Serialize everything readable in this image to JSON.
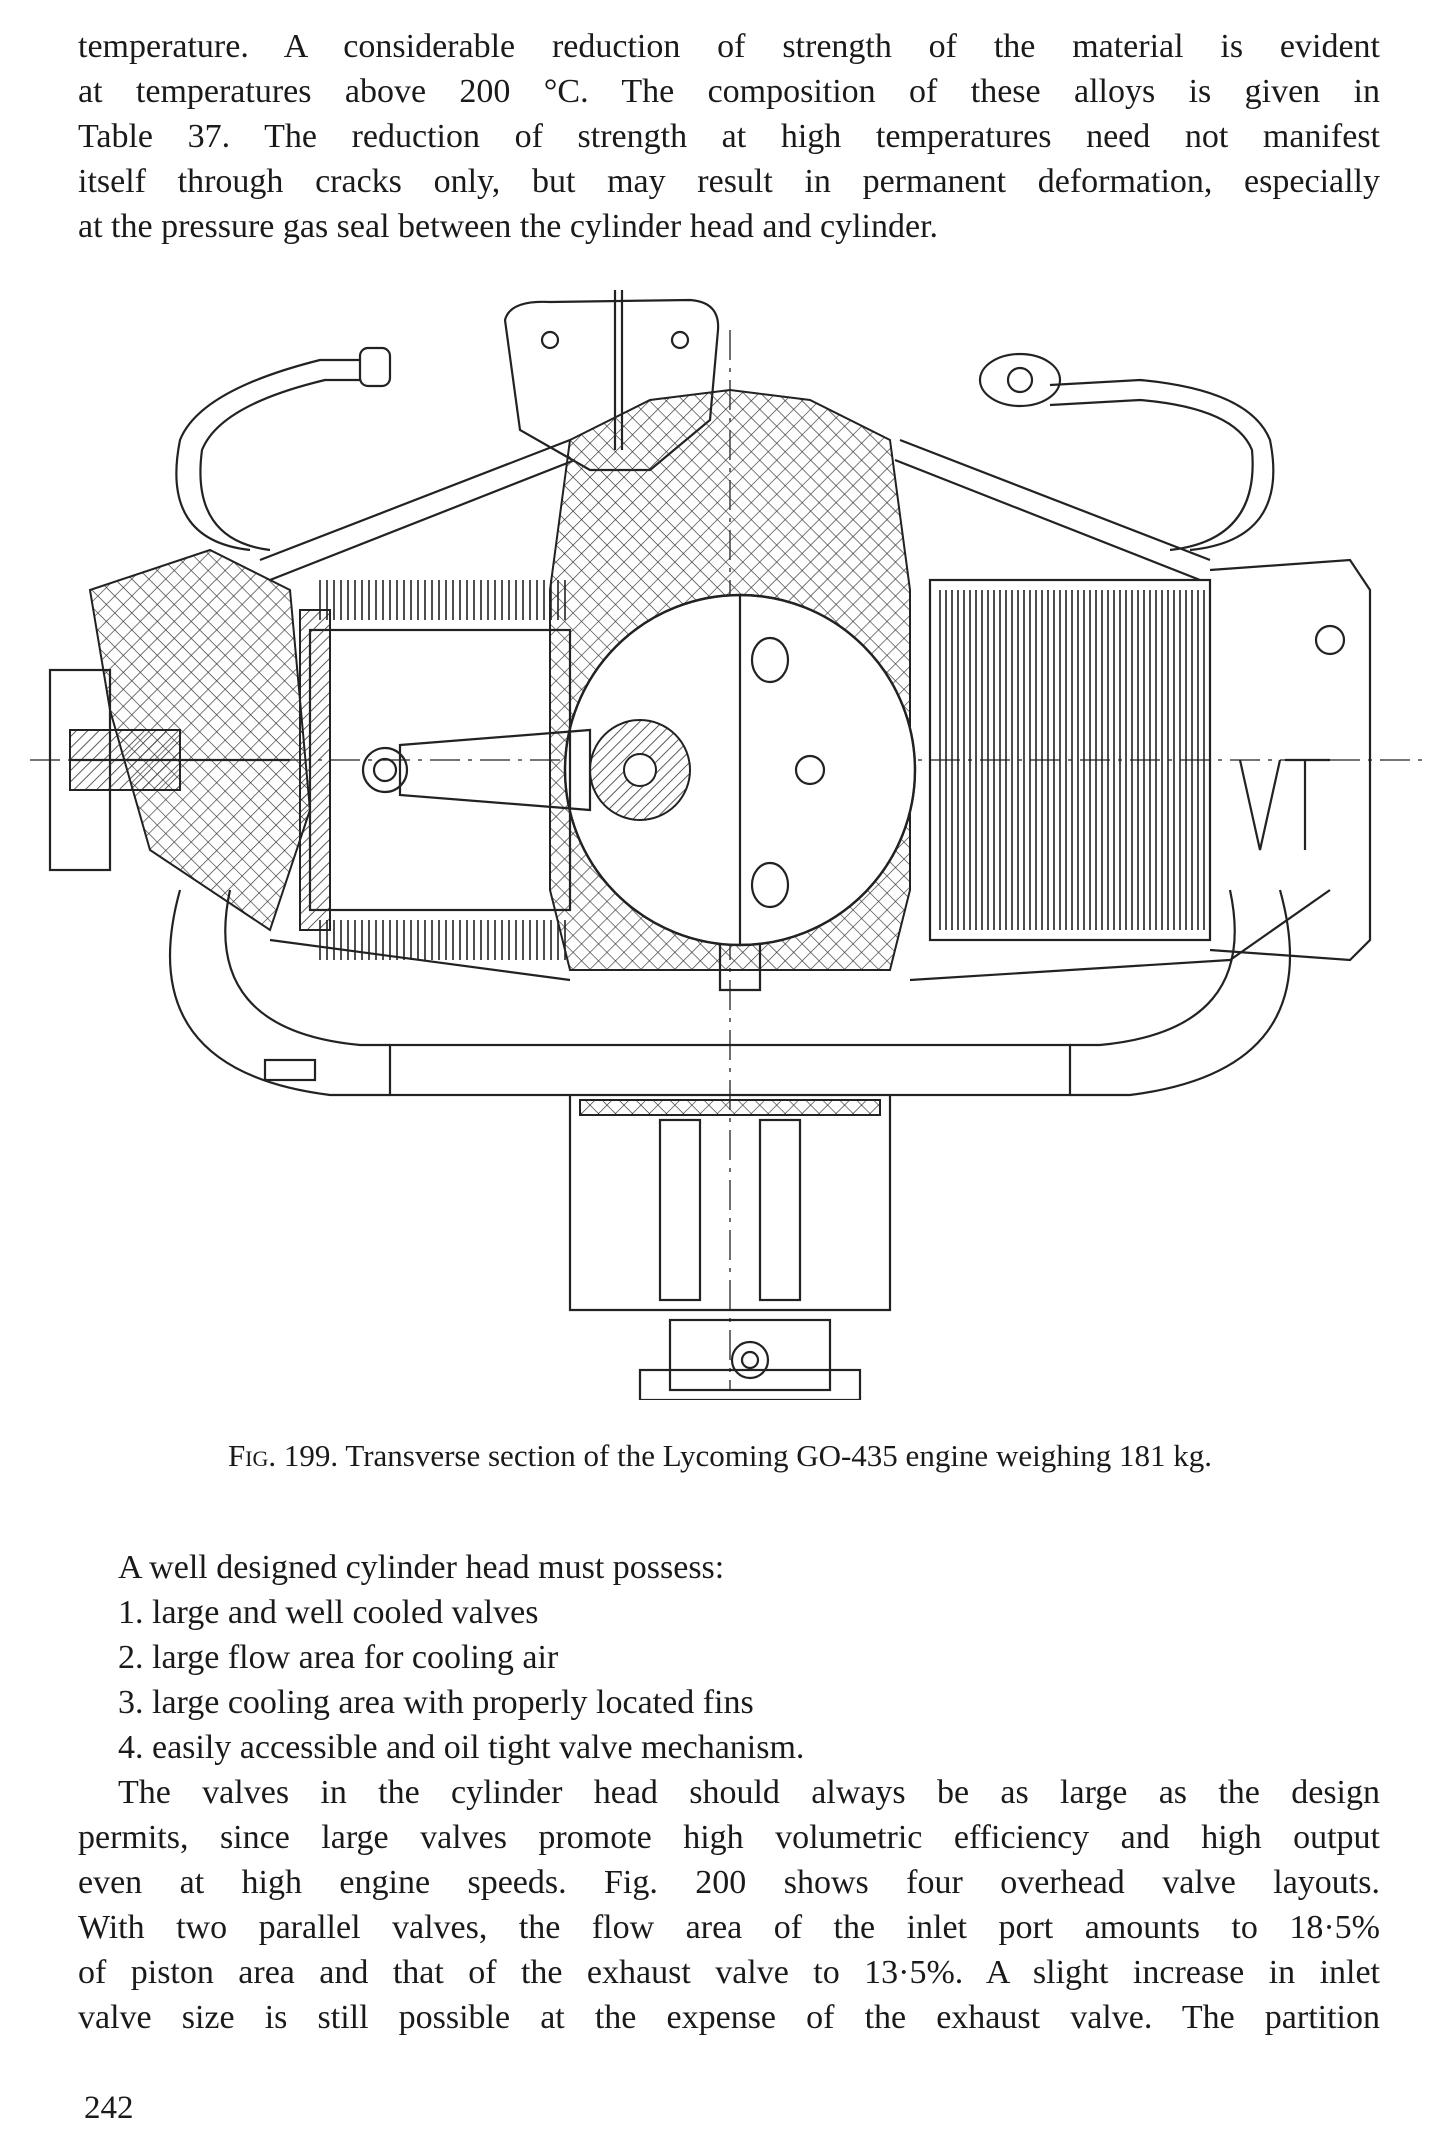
{
  "page": {
    "number": "242"
  },
  "intro_paragraph": {
    "lines": [
      "temperature. A considerable reduction of strength of the material is evident",
      "at temperatures above 200 °C. The composition of these alloys is given in",
      "Table 37. The reduction of strength at high temperatures need not manifest",
      "itself through cracks only, but may result in permanent deformation, especially",
      "at the pressure gas seal between the cylinder head and cylinder."
    ]
  },
  "figure": {
    "subject": "Transverse section of a horizontally opposed aircraft engine",
    "caption_label": "Fig. 199.",
    "caption_text": " Transverse section of the Lycoming GO-435 engine weighing 181 kg."
  },
  "requirements": {
    "lead": "A well designed cylinder head must possess:",
    "items": [
      "1. large and well cooled valves",
      "2. large flow area for cooling air",
      "3. large cooling area with properly located fins",
      "4. easily accessible and oil tight valve mechanism."
    ]
  },
  "valves_paragraph": {
    "lines": [
      "The valves in the cylinder head should always be as large as the design",
      "permits, since large valves promote high volumetric efficiency and high output",
      "even at high engine speeds. Fig. 200 shows four overhead valve layouts.",
      "With two parallel valves, the flow area of the inlet port amounts to 18·5%",
      "of piston area and that of the exhaust valve to 13·5%. A slight increase in inlet",
      "valve size is still possible at the expense of the exhaust valve. The partition"
    ]
  }
}
